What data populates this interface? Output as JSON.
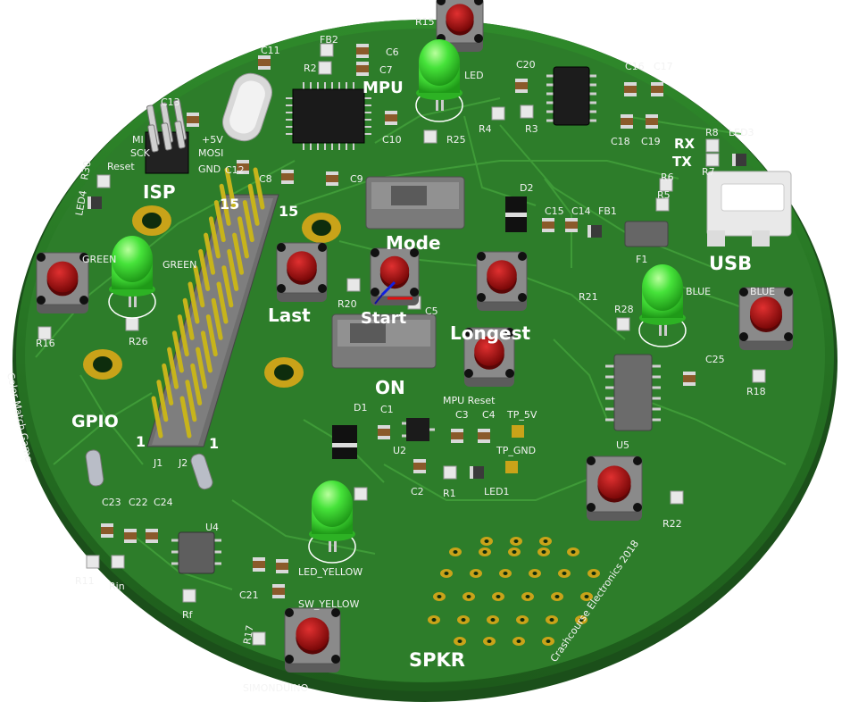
{
  "silkscreen": {
    "isp": "ISP",
    "mpu": "MPU",
    "gpio": "GPIO",
    "usb": "USB",
    "mode": "Mode",
    "on": "ON",
    "last": "Last",
    "start": "Start",
    "longest": "Longest",
    "mpu_reset": "MPU Reset",
    "spkr": "SPKR",
    "simonduino": "SIMONDUINO",
    "credit": "Crashcourse Electronics 2018",
    "color_match": "Color Match Game",
    "rx": "RX",
    "tx": "TX",
    "j1": "J1",
    "j2": "J2",
    "header_15a": "15",
    "header_15b": "15",
    "header_1a": "1",
    "header_1b": "1",
    "tp_5v": "TP_5V",
    "tp_gnd": "TP_GND",
    "led_yellow": "LED_YELLOW",
    "sw_yellow": "SW_YELLOW",
    "isp_5v": "+5V",
    "isp_mosi": "MOSI",
    "isp_gnd": "GND",
    "isp_reset": "Reset",
    "isp_sck": "SCK",
    "isp_miso": "MI"
  },
  "designators": {
    "R15": "R15",
    "FB2": "FB2",
    "C11": "C11",
    "C6": "C6",
    "R2": "R2",
    "C7": "C7",
    "C13": "C13",
    "C12": "C12",
    "C8": "C8",
    "C9": "C9",
    "C10": "C10",
    "R25": "R25",
    "C20": "C20",
    "C16": "C16",
    "C17": "C17",
    "R4": "R4",
    "R3": "R3",
    "C18": "C18",
    "C19": "C19",
    "R8": "R8",
    "LED3": "LED3",
    "R7": "R7",
    "R6": "R6",
    "R5": "R5",
    "D2": "D2",
    "C15": "C15",
    "C14": "C14",
    "FB1": "FB1",
    "F1": "F1",
    "R21": "R21",
    "R28": "R28",
    "C25": "C25",
    "R18": "R18",
    "R16": "R16",
    "R26": "R26",
    "R30": "R30",
    "LED4": "LED4",
    "R20": "R20",
    "C5": "C5",
    "D1": "D1",
    "C1": "C1",
    "C3": "C3",
    "C4": "C4",
    "U2": "U2",
    "C2": "C2",
    "R1": "R1",
    "LED1": "LED1",
    "U5": "U5",
    "R22": "R22",
    "C23": "C23",
    "C22": "C22",
    "C24": "C24",
    "U4": "U4",
    "R11": "R11",
    "Rin": "Rin",
    "Rf": "Rf",
    "C21": "C21",
    "R17": "R17",
    "green1": "GREEN",
    "green2": "GREEN",
    "blue1": "BLUE",
    "blue2": "BLUE",
    "led_red": "LED"
  },
  "colors": {
    "pcb": "#2d7d2a",
    "pcb_dark": "#1f5e1d",
    "trace": "#3f9a39",
    "gold": "#c9a319",
    "button_cap": "#a30f0f",
    "button_body": "#6d6d6d",
    "led_green": "#46e33a",
    "pin_yellow": "#f2e030",
    "silk": "#ffffff"
  }
}
